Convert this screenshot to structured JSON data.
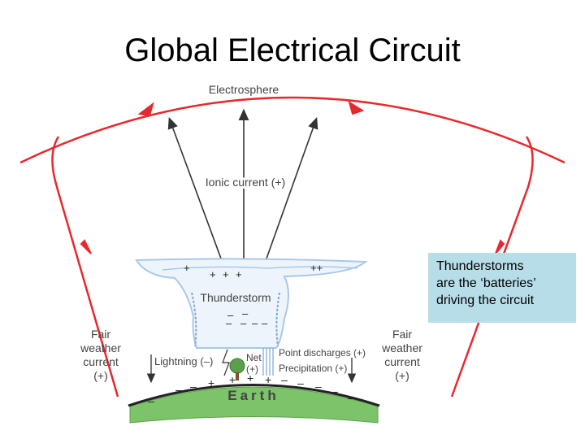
{
  "title": "Global Electrical Circuit",
  "labels": {
    "electrosphere": "Electrosphere",
    "ionic_current": "Ionic current (+)",
    "thunderstorm": "Thunderstorm",
    "fair_left": [
      "Fair",
      "weather",
      "current",
      "(+)"
    ],
    "fair_right": [
      "Fair",
      "weather",
      "current",
      "(+)"
    ],
    "lightning": "Lightning (–)",
    "net": [
      "Net",
      "(+)"
    ],
    "point_discharges": "Point discharges (+)",
    "precipitation": "Precipitation (+)",
    "earth": "Earth"
  },
  "callout": {
    "lines": [
      "Thunderstorms",
      "are the ‘batteries’",
      "driving the circuit"
    ]
  },
  "colors": {
    "circuit": "#e8282c",
    "earth": "#7cc36a",
    "callout_bg": "#b7dde8",
    "cloud": "#a9c8e8"
  }
}
